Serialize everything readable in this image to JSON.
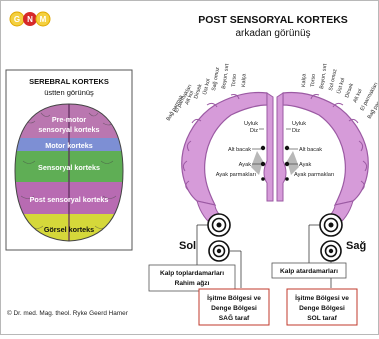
{
  "logo": {
    "letters": [
      "G",
      "N",
      "M"
    ]
  },
  "header": {
    "title": "POST SENSORYAL KORTEKS",
    "subtitle": "arkadan görünüş"
  },
  "top_view": {
    "title": "SEREBRAL KORTEKS",
    "subtitle": "üstten görünüş",
    "regions": [
      {
        "line1": "Pre-motor",
        "line2": "sensoryal korteks",
        "color": "#ba77b0"
      },
      {
        "line1": "Motor korteks",
        "color": "#7d8fd4"
      },
      {
        "line1": "Sensoryal korteks",
        "color": "#5fae55"
      },
      {
        "line1": "Post sensoryal korteks",
        "color": "#b86bb2"
      },
      {
        "line1": "Görsel korteks",
        "color": "#d5d83a"
      }
    ]
  },
  "homunculus": {
    "left": [
      "Bağ parmak",
      "El parmakları",
      "Alt kol",
      "Dirsek",
      "Üst kol",
      "Sağ omuz",
      "Boyun, sırt",
      "Torso",
      "Kalça"
    ],
    "right": [
      "Kalça",
      "Torso",
      "Boyun, sırt",
      "Sol omuz",
      "Üst kol",
      "Dirsek",
      "Alt kol",
      "El parmakları",
      "Bağ parmak"
    ]
  },
  "inner_labels": {
    "uyluk": "Uyluk",
    "diz": "Diz",
    "alt_bacak": "Alt bacak",
    "ayak": "Ayak",
    "ayak_parmaklari": "Ayak parmakları"
  },
  "side_labels": {
    "left": "Sol",
    "right": "Sağ"
  },
  "callouts": {
    "left_vessel": [
      "Kalp toplardamarları",
      "Rahim ağzı"
    ],
    "right_vessel": [
      "Kalp atardamarları"
    ],
    "left_hearing": [
      "İşitme Bölgesi ve",
      "Denge Bölgesi",
      "SAĞ taraf"
    ],
    "right_hearing": [
      "İşitme Bölgesi ve",
      "Denge Bölgesi",
      "SOL taraf"
    ]
  },
  "footer": {
    "copyright": "© Dr. med. Mag. theol. Ryke Geerd Hamer"
  },
  "colors": {
    "cortex": "#d69bd9",
    "cortex_dark": "#9b5aa3",
    "callout_border_red": "#c0392b",
    "logo_red": "#d62a2a"
  }
}
